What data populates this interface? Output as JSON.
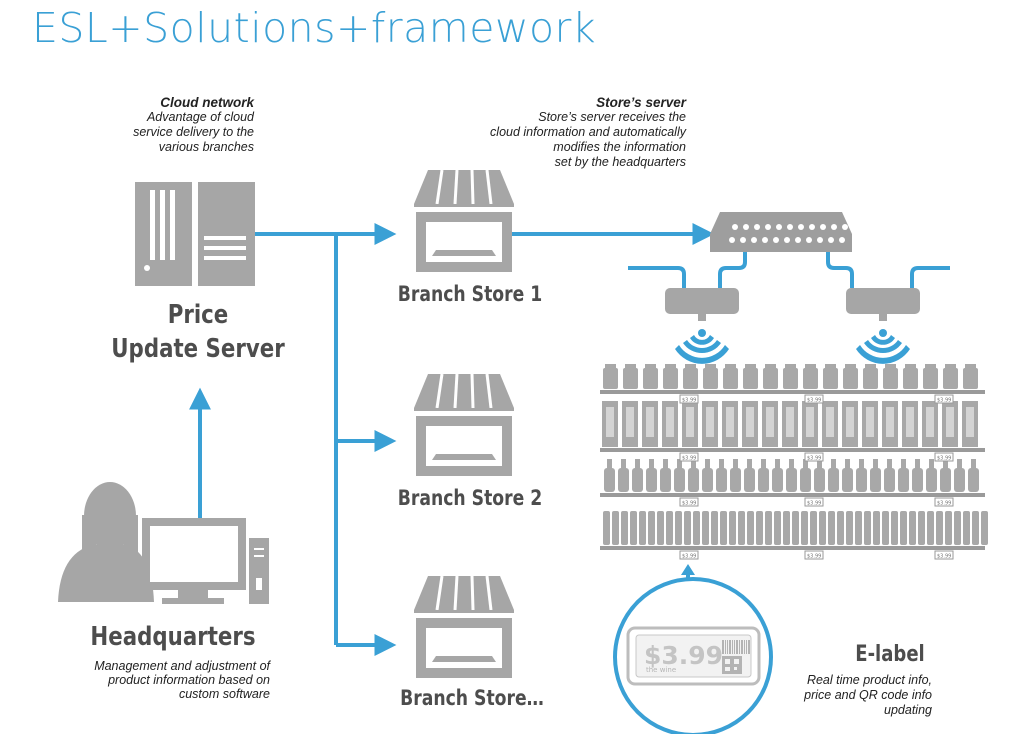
{
  "title": "ESL+Solutions+framework",
  "cloud": {
    "heading": "Cloud network",
    "text": [
      "Advantage of cloud",
      "service delivery to the",
      "various branches"
    ]
  },
  "server": {
    "heading": "Store’s server",
    "text": [
      "Store’s server receives the",
      "cloud information and automatically",
      "modifies the information",
      "set by the headquarters"
    ]
  },
  "price_server": {
    "line1": "Price",
    "line2": "Update Server"
  },
  "headquarters": {
    "label": "Headquarters",
    "text": [
      "Management and adjustment of",
      "product information based on",
      "custom software"
    ]
  },
  "stores": [
    "Branch Store 1",
    "Branch Store 2",
    "Branch Store…"
  ],
  "elabel": {
    "heading": "E-label",
    "text": [
      "Real time product info,",
      "price and QR code info",
      "updating"
    ],
    "price": "$3.99",
    "product": "the wine"
  },
  "shelf_tag_text": "$3.99",
  "colors": {
    "accent": "#3aa0d5",
    "gray": "#a6a6a6",
    "text": "#4d4d4d"
  }
}
